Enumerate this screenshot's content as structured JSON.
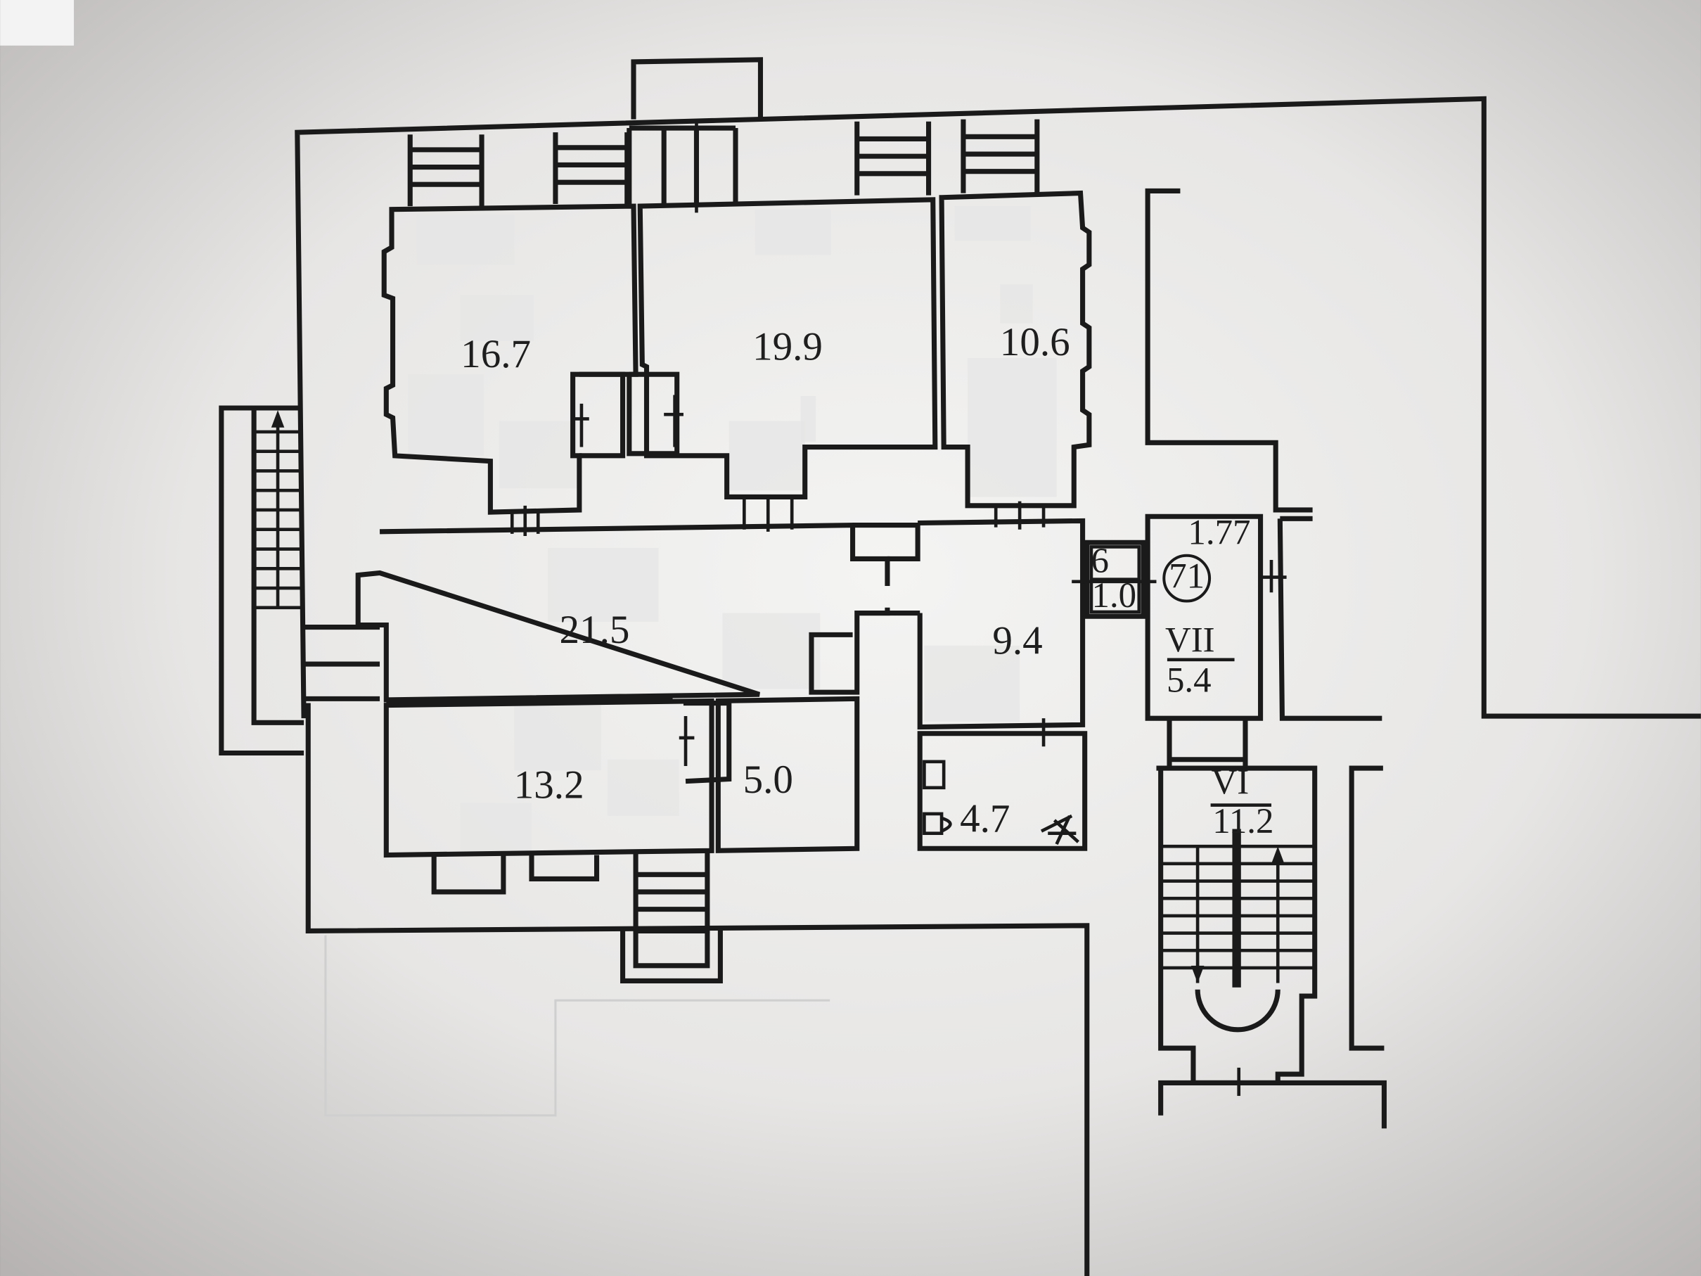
{
  "plan": {
    "rooms": [
      {
        "id": "room-16-7",
        "area": "16.7"
      },
      {
        "id": "room-19-9",
        "area": "19.9"
      },
      {
        "id": "room-10-6",
        "area": "10.6"
      },
      {
        "id": "room-21-5",
        "area": "21.5"
      },
      {
        "id": "room-9-4",
        "area": "9.4"
      },
      {
        "id": "room-13-2",
        "area": "13.2"
      },
      {
        "id": "room-5-0",
        "area": "5.0"
      },
      {
        "id": "room-4-7",
        "area": "4.7"
      }
    ],
    "closet": {
      "number": "6",
      "area": "1.0"
    },
    "flat_number": "71",
    "landing_area": "1.77",
    "section_vii": {
      "roman": "VII",
      "area": "5.4"
    },
    "section_vi": {
      "roman": "VI",
      "area": "11.2"
    }
  }
}
